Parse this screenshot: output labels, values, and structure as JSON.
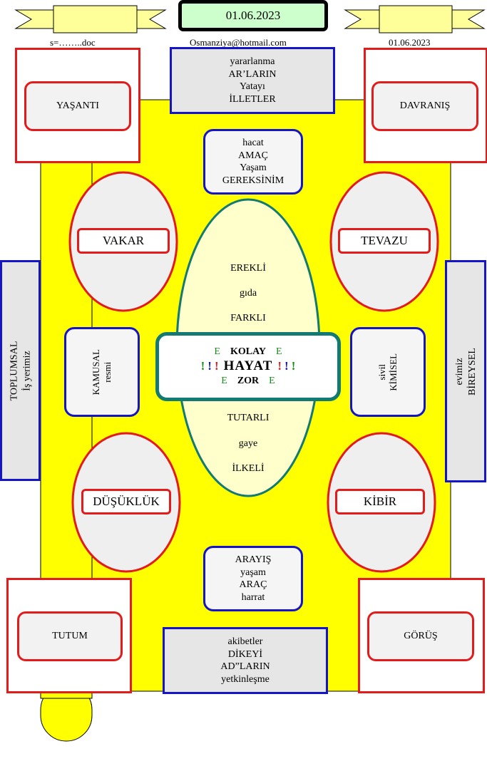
{
  "header": {
    "date_box": "01.06.2023",
    "left_caption": "s=……..doc",
    "email": "Osmanziya@hotmail.com",
    "right_caption": "01.06.2023"
  },
  "top_box": {
    "lines": [
      "yararlanma",
      "AR’LARIN",
      "Yatayı",
      "İLLETLER"
    ]
  },
  "bottom_box": {
    "lines": [
      "akibetler",
      "DİKEYİ",
      "AD”LARIN",
      "yetkinleşme"
    ]
  },
  "upper_mid_box": {
    "lines": [
      "hacat",
      "AMAÇ",
      "Yaşam",
      "GEREKSİNİM"
    ]
  },
  "lower_mid_box": {
    "lines": [
      "ARAYIŞ",
      "yaşam",
      "ARAÇ",
      "harrat"
    ]
  },
  "corners": {
    "top_left": "YAŞANTI",
    "top_right": "DAVRANIŞ",
    "bottom_left": "TUTUM",
    "bottom_right": "GÖRÜŞ"
  },
  "ovals": {
    "top_left": "VAKAR",
    "top_right": "TEVAZU",
    "bottom_left": "DÜŞÜKLÜK",
    "bottom_right": "KİBİR"
  },
  "side_left": {
    "line1": "TOPLUMSAL",
    "line2": "İş yerimiz"
  },
  "side_right": {
    "line1": "evimiz",
    "line2": "BİREYSEL"
  },
  "inner_left": {
    "line1": "KAMUSAL",
    "line2": "resmi"
  },
  "inner_right": {
    "line1": "sivil",
    "line2": "KİMİSEL"
  },
  "ellipse_top": [
    "EREKLİ",
    "gıda",
    "FARKLI"
  ],
  "ellipse_bottom": [
    "TUTARLI",
    "gaye",
    "İLKELİ"
  ],
  "center": {
    "e": "E",
    "kolay": "KOLAY",
    "bang": "!",
    "hayat": "HAYAT",
    "zor": "ZOR"
  },
  "colors": {
    "yellow": "#ffff00",
    "light_yellow": "#ffffcc",
    "red": "#e31b1b",
    "blue": "#1414c8",
    "teal": "#127a72",
    "green": "#1a8a1a",
    "ribbon": "#ffff99",
    "date_box": "#ccffcc"
  }
}
